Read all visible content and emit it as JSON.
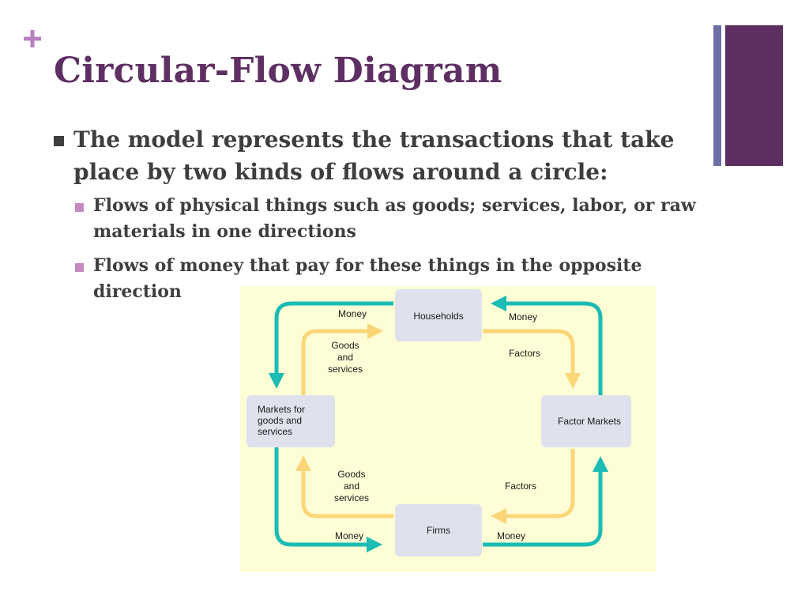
{
  "slide": {
    "title": "Circular-Flow Diagram",
    "bullet_main": "The model represents the transactions that take place by two kinds of flows around a circle:",
    "sub_bullets": [
      "Flows of physical things such as goods; services, labor, or raw materials in one directions",
      "Flows of money that pay for these things in the opposite direction"
    ]
  },
  "colors": {
    "title": "#5e2f63",
    "accent_purple": "#5e2f63",
    "accent_slate": "#6b6fa5",
    "plus": "#b880c0",
    "sub_bullet": "#c58ac2",
    "money_flow": "#1bbcb4",
    "goods_flow": "#fbd678",
    "diagram_bg": "#fdfdd6",
    "box_fill": "#dfe2ec"
  },
  "diagram": {
    "boxes": {
      "households": "Households",
      "firms": "Firms",
      "goods_market": [
        "Markets for",
        "goods and",
        "services"
      ],
      "factor_market": "Factor Markets"
    },
    "labels": {
      "money_top_left": "Money",
      "money_top_right": "Money",
      "money_bottom_left": "Money",
      "money_bottom_right": "Money",
      "goods_top": [
        "Goods",
        "and",
        "services"
      ],
      "goods_bottom": [
        "Goods",
        "and",
        "services"
      ],
      "factors_top": "Factors",
      "factors_bottom": "Factors"
    }
  }
}
